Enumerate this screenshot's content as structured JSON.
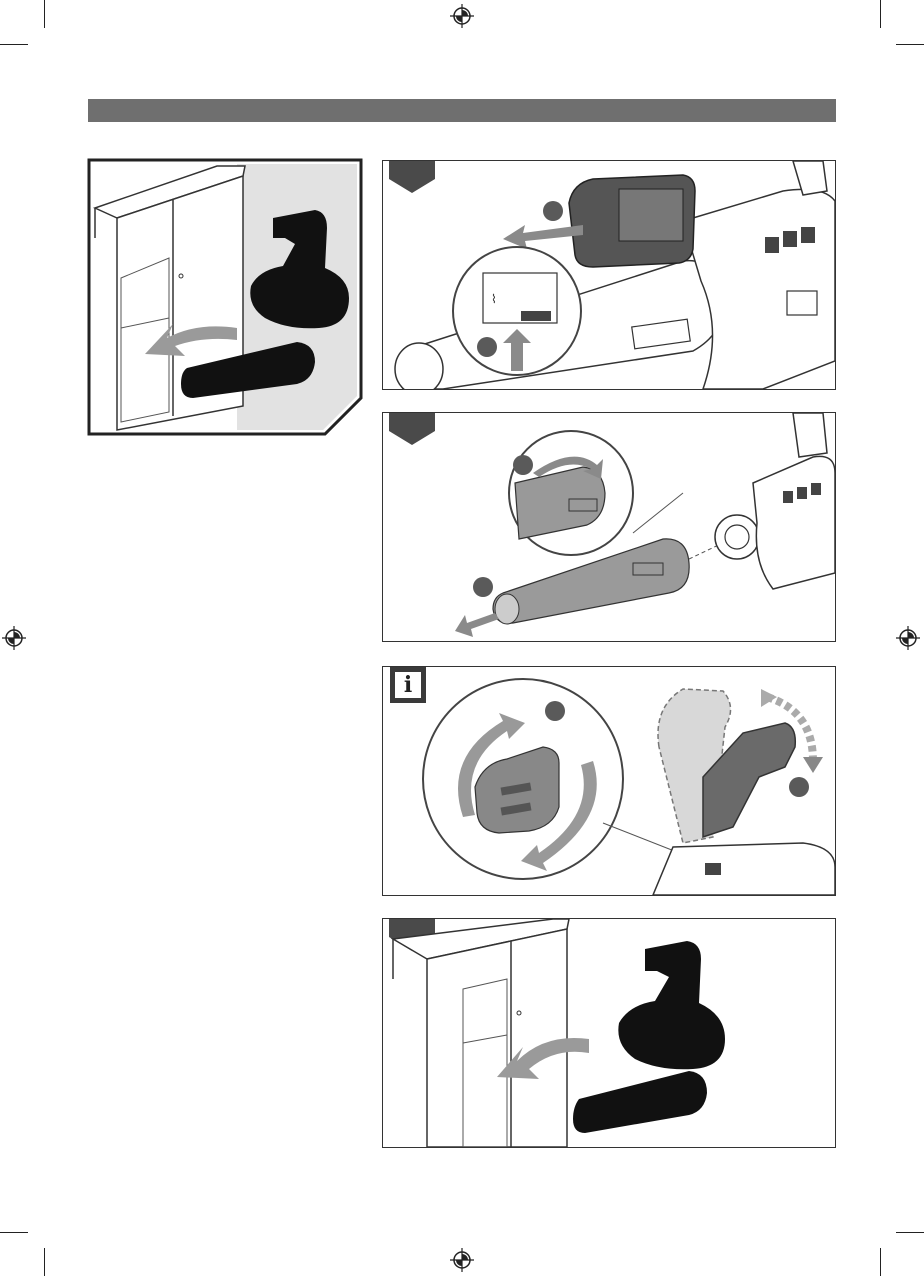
{
  "document": {
    "info_symbol": "i",
    "colors": {
      "header_bar": "#6f6f6f",
      "step_tab": "#4a4a4a",
      "silhouette": "#111111",
      "callout_circle": "#5a5a5a",
      "arrow_light": "#b8b8b8",
      "arrow_dark": "#8a8a8a"
    },
    "panels": [
      {
        "id": "storage-overview",
        "icon": "storage-cabinet-blower-icon"
      },
      {
        "id": "step-remove-battery",
        "icon": "battery-removal-icon"
      },
      {
        "id": "step-remove-tube",
        "icon": "blower-tube-removal-icon"
      },
      {
        "id": "info-fold-handle",
        "icon": "handle-fold-icon"
      },
      {
        "id": "step-store-blower",
        "icon": "storage-cabinet-blower-icon"
      }
    ]
  }
}
